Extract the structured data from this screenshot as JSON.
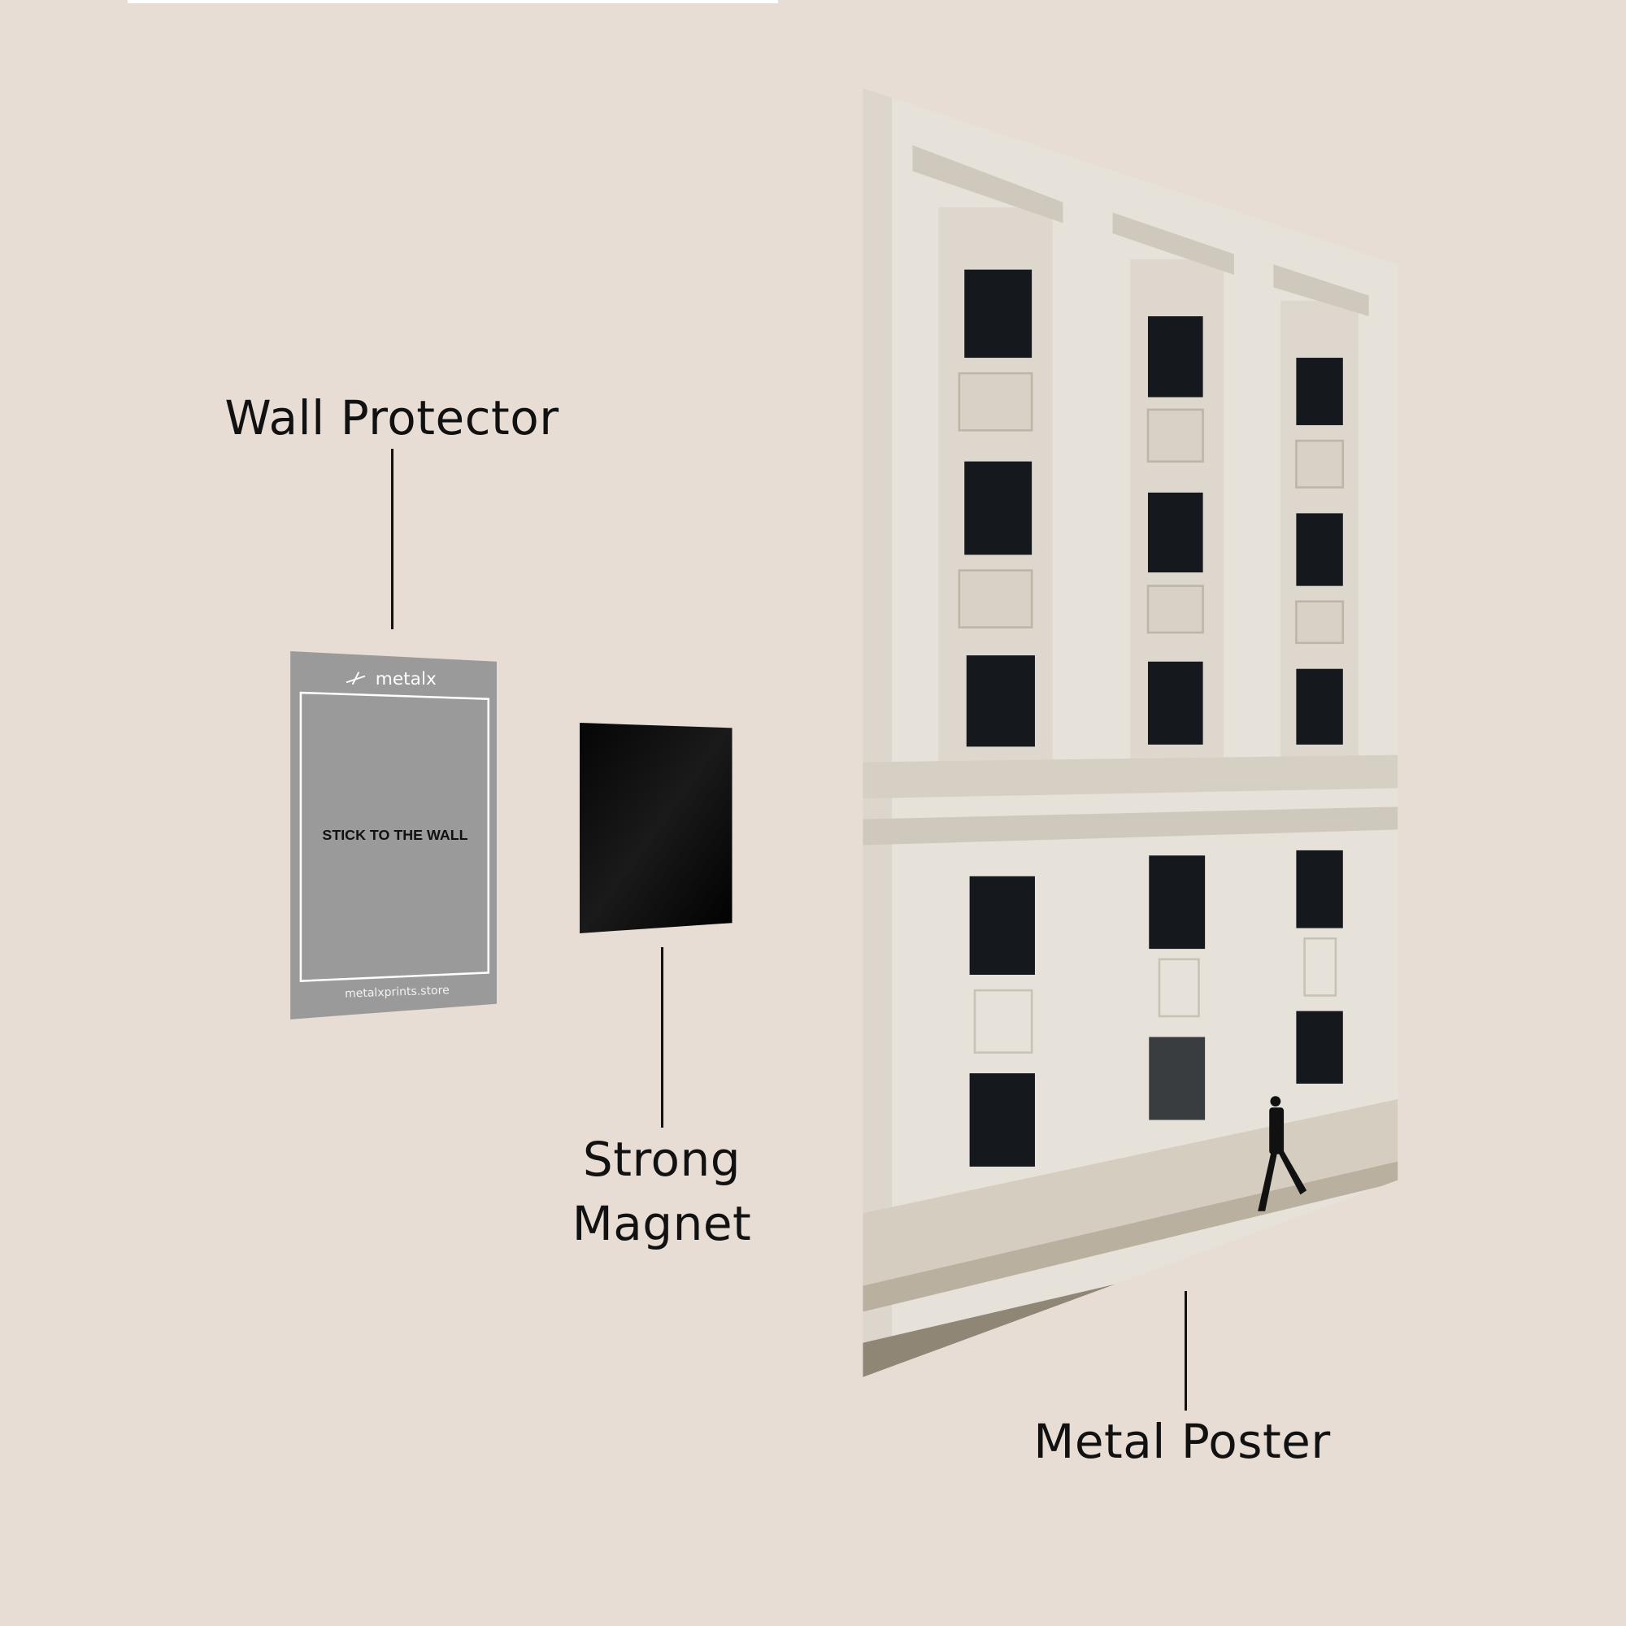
{
  "labels": {
    "wall_protector": "Wall Protector",
    "strong_magnet_line1": "Strong",
    "strong_magnet_line2": "Magnet",
    "metal_poster": "Metal Poster"
  },
  "wall_protector_card": {
    "brand_logo": "metalx",
    "center_text": "STICK TO THE WALL",
    "website": "metalxprints.store"
  },
  "colors": {
    "background": "#e8ddd5",
    "protector": "#9a9a9a",
    "magnet": "#000000",
    "text": "#111111"
  }
}
